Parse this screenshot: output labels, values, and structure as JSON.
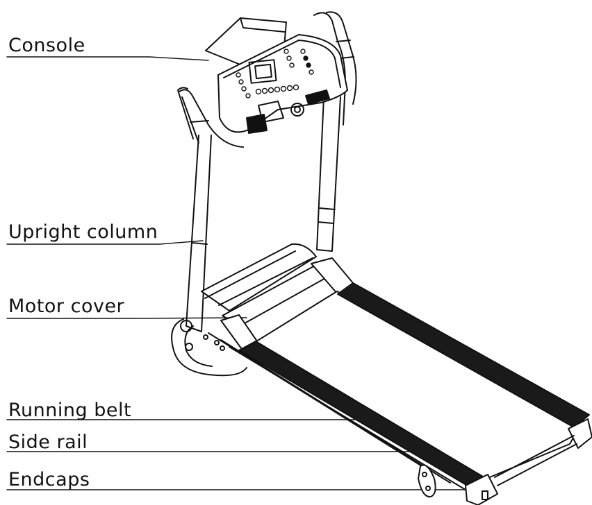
{
  "labels": {
    "console": "Console",
    "upright_column": "Upright column",
    "motor_cover": "Motor cover",
    "running_belt": "Running belt",
    "side_rail": "Side rail",
    "endcaps": "Endcaps"
  },
  "colors": {
    "line": "#111111",
    "belt": "#1a1a1a",
    "background": "#ffffff"
  },
  "icons": {
    "console_buttons": "circle-button-icons",
    "console_display": "lcd-display-icon"
  }
}
